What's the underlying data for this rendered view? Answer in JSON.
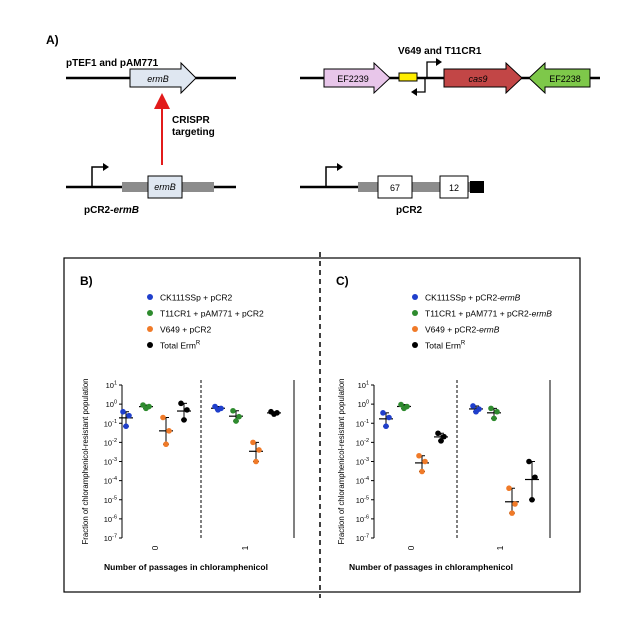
{
  "panel_a": {
    "label": "A)",
    "top_left_title": "pTEF1 and pAM771",
    "ermB_label": "ermB",
    "crispr_line1": "CRISPR",
    "crispr_line2": "targeting",
    "bottom_left_label_prefix": "pCR2-",
    "bottom_left_label_italic": "ermB",
    "ermB_label_2": "ermB",
    "top_right_title": "V649 and T11CR1",
    "ef2239": "EF2239",
    "cas9": "cas9",
    "ef2238": "EF2238",
    "spacer_67": "67",
    "spacer_12": "12",
    "bottom_right_label": "pCR2"
  },
  "colors": {
    "blue": "#1f3fcc",
    "green": "#2e8b2e",
    "orange": "#f07a28",
    "black": "#000000",
    "ef2239_fill": "#e8c6ea",
    "cas9_fill": "#c24646",
    "ef2238_fill": "#7ec84a",
    "ermB_fill": "#dfe7f1",
    "yellow": "#ffee00",
    "crispr_arrow": "#e21b1b"
  },
  "y_axis": {
    "label": "Fraction of chloramphenicol-resistant population",
    "ticks": [
      {
        "base": "10",
        "exp": "1"
      },
      {
        "base": "10",
        "exp": "0"
      },
      {
        "base": "10",
        "exp": "-1"
      },
      {
        "base": "10",
        "exp": "-2"
      },
      {
        "base": "10",
        "exp": "-3"
      },
      {
        "base": "10",
        "exp": "-4"
      },
      {
        "base": "10",
        "exp": "-5"
      },
      {
        "base": "10",
        "exp": "-6"
      },
      {
        "base": "10",
        "exp": "-7"
      }
    ]
  },
  "x_axis": {
    "label": "Number of passages in chloramphenicol",
    "ticks": [
      "0",
      "1"
    ]
  },
  "chart_data": [
    {
      "type": "scatter",
      "panel": "B)",
      "ylabel": "Fraction of chloramphenicol-resistant population",
      "xlabel": "Number of passages in chloramphenicol",
      "yscale": "log",
      "ylim": [
        1e-07,
        10
      ],
      "legend_position": "top",
      "series": [
        {
          "name": "CK111SSp + pCR2",
          "name_italic": "",
          "color": "#1f3fcc",
          "groups": [
            {
              "x": "0",
              "values": [
                0.4,
                0.25,
                0.07
              ]
            },
            {
              "x": "1",
              "values": [
                0.75,
                0.6,
                0.5
              ]
            }
          ]
        },
        {
          "name": "T11CR1 + pAM771 + pCR2",
          "name_italic": "",
          "color": "#2e8b2e",
          "groups": [
            {
              "x": "0",
              "values": [
                0.9,
                0.75,
                0.6
              ]
            },
            {
              "x": "1",
              "values": [
                0.45,
                0.22,
                0.13
              ]
            }
          ]
        },
        {
          "name": "V649 + pCR2",
          "name_italic": "",
          "color": "#f07a28",
          "groups": [
            {
              "x": "0",
              "values": [
                0.2,
                0.04,
                0.008
              ]
            },
            {
              "x": "1",
              "values": [
                0.01,
                0.004,
                0.001
              ]
            }
          ]
        },
        {
          "name": "Total Erm",
          "name_italic": "",
          "sup": "R",
          "color": "#000000",
          "groups": [
            {
              "x": "0",
              "values": [
                1.1,
                0.5,
                0.15
              ]
            },
            {
              "x": "1",
              "values": [
                0.4,
                0.35,
                0.3
              ]
            }
          ]
        }
      ]
    },
    {
      "type": "scatter",
      "panel": "C)",
      "ylabel": "Fraction of chloramphenicol-resistant population",
      "xlabel": "Number of passages in chloramphenicol",
      "yscale": "log",
      "ylim": [
        1e-07,
        10
      ],
      "legend_position": "top",
      "series": [
        {
          "name": "CK111SSp + pCR2-",
          "name_italic": "ermB",
          "color": "#1f3fcc",
          "groups": [
            {
              "x": "0",
              "values": [
                0.35,
                0.2,
                0.07
              ]
            },
            {
              "x": "1",
              "values": [
                0.8,
                0.55,
                0.4
              ]
            }
          ]
        },
        {
          "name": "T11CR1 + pAM771 + pCR2-",
          "name_italic": "ermB",
          "color": "#2e8b2e",
          "groups": [
            {
              "x": "0",
              "values": [
                0.95,
                0.75,
                0.6
              ]
            },
            {
              "x": "1",
              "values": [
                0.6,
                0.4,
                0.18
              ]
            }
          ]
        },
        {
          "name": "V649 + pCR2-",
          "name_italic": "ermB",
          "color": "#f07a28",
          "groups": [
            {
              "x": "0",
              "values": [
                0.002,
                0.001,
                0.0003
              ]
            },
            {
              "x": "1",
              "values": [
                4e-05,
                6e-06,
                2e-06
              ]
            }
          ]
        },
        {
          "name": "Total Erm",
          "name_italic": "",
          "sup": "R",
          "color": "#000000",
          "groups": [
            {
              "x": "0",
              "values": [
                0.03,
                0.02,
                0.012
              ]
            },
            {
              "x": "1",
              "values": [
                0.001,
                0.00015,
                1e-05
              ]
            }
          ]
        }
      ]
    }
  ]
}
